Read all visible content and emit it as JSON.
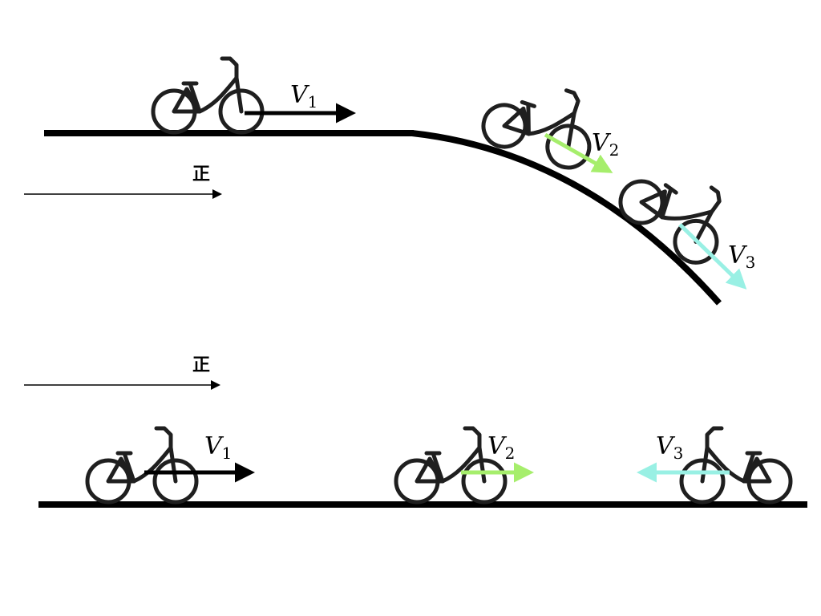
{
  "labels": {
    "top_v1": {
      "main": "V",
      "sub": "1"
    },
    "top_v2": {
      "main": "V",
      "sub": "2"
    },
    "top_v3": {
      "main": "V",
      "sub": "3"
    },
    "bottom_v1": {
      "main": "V",
      "sub": "1"
    },
    "bottom_v2": {
      "main": "V",
      "sub": "2"
    },
    "bottom_v3": {
      "main": "V",
      "sub": "3"
    },
    "positive_top": "正",
    "positive_bottom": "正"
  },
  "colors": {
    "v1": "#000000",
    "v2": "#a6ee6c",
    "v3": "#99f0e4",
    "ground": "#000000",
    "bike": "#1f1f1f"
  }
}
